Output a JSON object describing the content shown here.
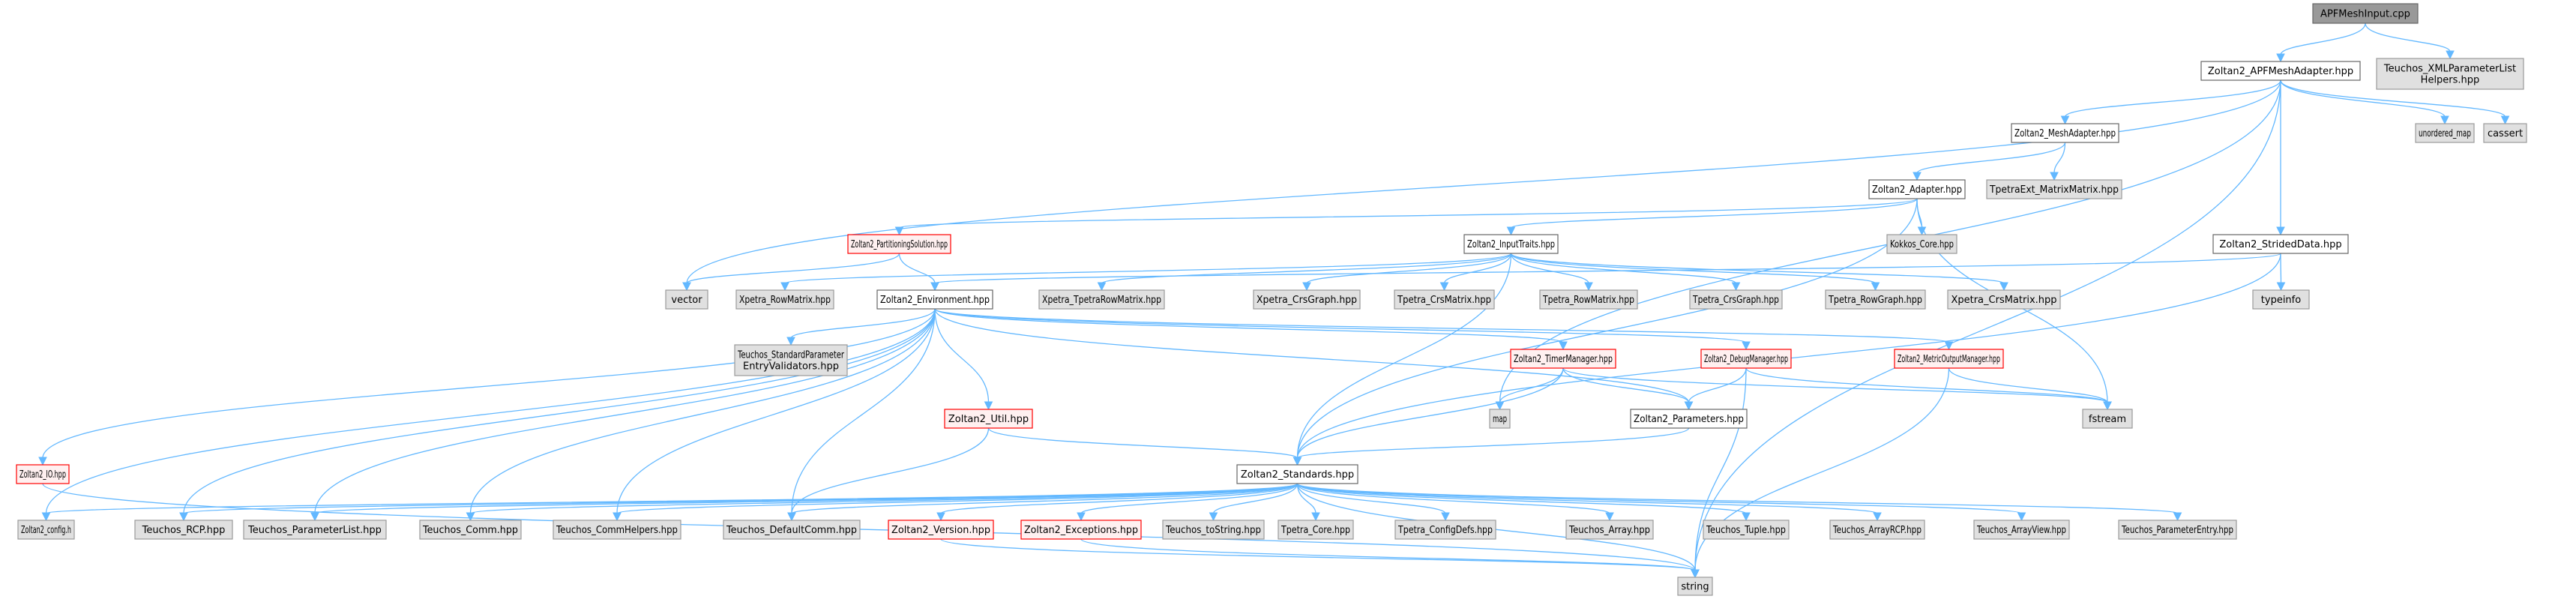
{
  "diagram": {
    "title": "APFMeshInput.cpp include dependency graph",
    "colors": {
      "edge": "#63b8ff",
      "root_fill": "#999999",
      "root_border": "#666666",
      "documented_fill": "#ffffff",
      "documented_border": "#666666",
      "undocumented_fill": "#fff0f0",
      "undocumented_border": "#ff0000",
      "external_fill": "#e0e0e0",
      "external_border": "#999999"
    },
    "nodes": [
      {
        "id": "root",
        "label": [
          "APFMeshInput.cpp"
        ],
        "kind": "root"
      },
      {
        "id": "apfmesh",
        "label": [
          "Zoltan2_APFMeshAdapter.hpp"
        ],
        "kind": "documented"
      },
      {
        "id": "xmlpl",
        "label": [
          "Teuchos_XMLParameterList",
          "Helpers.hpp"
        ],
        "kind": "external"
      },
      {
        "id": "meshad",
        "label": [
          "Zoltan2_MeshAdapter.hpp"
        ],
        "kind": "documented"
      },
      {
        "id": "unordered_map",
        "label": [
          "unordered_map"
        ],
        "kind": "external"
      },
      {
        "id": "cassert",
        "label": [
          "cassert"
        ],
        "kind": "external"
      },
      {
        "id": "adapter",
        "label": [
          "Zoltan2_Adapter.hpp"
        ],
        "kind": "documented"
      },
      {
        "id": "tpetraext",
        "label": [
          "TpetraExt_MatrixMatrix.hpp"
        ],
        "kind": "external"
      },
      {
        "id": "partsol",
        "label": [
          "Zoltan2_PartitioningSolution.hpp"
        ],
        "kind": "undocumented"
      },
      {
        "id": "inputtraits",
        "label": [
          "Zoltan2_InputTraits.hpp"
        ],
        "kind": "documented"
      },
      {
        "id": "kokkos",
        "label": [
          "Kokkos_Core.hpp"
        ],
        "kind": "external"
      },
      {
        "id": "strided",
        "label": [
          "Zoltan2_StridedData.hpp"
        ],
        "kind": "documented"
      },
      {
        "id": "vector",
        "label": [
          "vector"
        ],
        "kind": "external"
      },
      {
        "id": "xrowmat",
        "label": [
          "Xpetra_RowMatrix.hpp"
        ],
        "kind": "external"
      },
      {
        "id": "env",
        "label": [
          "Zoltan2_Environment.hpp"
        ],
        "kind": "documented"
      },
      {
        "id": "xtprowmat",
        "label": [
          "Xpetra_TpetraRowMatrix.hpp"
        ],
        "kind": "external"
      },
      {
        "id": "xcrsgraph",
        "label": [
          "Xpetra_CrsGraph.hpp"
        ],
        "kind": "external"
      },
      {
        "id": "tcrsmat",
        "label": [
          "Tpetra_CrsMatrix.hpp"
        ],
        "kind": "external"
      },
      {
        "id": "trowmat",
        "label": [
          "Tpetra_RowMatrix.hpp"
        ],
        "kind": "external"
      },
      {
        "id": "tcrsgraph",
        "label": [
          "Tpetra_CrsGraph.hpp"
        ],
        "kind": "external"
      },
      {
        "id": "trowgraph",
        "label": [
          "Tpetra_RowGraph.hpp"
        ],
        "kind": "external"
      },
      {
        "id": "xcrsmat",
        "label": [
          "Xpetra_CrsMatrix.hpp"
        ],
        "kind": "external"
      },
      {
        "id": "typeinfo",
        "label": [
          "typeinfo"
        ],
        "kind": "external"
      },
      {
        "id": "spev",
        "label": [
          "Teuchos_StandardParameter",
          "EntryValidators.hpp"
        ],
        "kind": "external"
      },
      {
        "id": "timer",
        "label": [
          "Zoltan2_TimerManager.hpp"
        ],
        "kind": "undocumented"
      },
      {
        "id": "debug",
        "label": [
          "Zoltan2_DebugManager.hpp"
        ],
        "kind": "undocumented"
      },
      {
        "id": "metric",
        "label": [
          "Zoltan2_MetricOutputManager.hpp"
        ],
        "kind": "undocumented"
      },
      {
        "id": "io",
        "label": [
          "Zoltan2_IO.hpp"
        ],
        "kind": "undocumented"
      },
      {
        "id": "util",
        "label": [
          "Zoltan2_Util.hpp"
        ],
        "kind": "undocumented"
      },
      {
        "id": "map",
        "label": [
          "map"
        ],
        "kind": "external"
      },
      {
        "id": "params",
        "label": [
          "Zoltan2_Parameters.hpp"
        ],
        "kind": "documented"
      },
      {
        "id": "fstream",
        "label": [
          "fstream"
        ],
        "kind": "external"
      },
      {
        "id": "standards",
        "label": [
          "Zoltan2_Standards.hpp"
        ],
        "kind": "documented"
      },
      {
        "id": "config",
        "label": [
          "Zoltan2_config.h"
        ],
        "kind": "external"
      },
      {
        "id": "rcp",
        "label": [
          "Teuchos_RCP.hpp"
        ],
        "kind": "external"
      },
      {
        "id": "plist",
        "label": [
          "Teuchos_ParameterList.hpp"
        ],
        "kind": "external"
      },
      {
        "id": "comm",
        "label": [
          "Teuchos_Comm.hpp"
        ],
        "kind": "external"
      },
      {
        "id": "commhelp",
        "label": [
          "Teuchos_CommHelpers.hpp"
        ],
        "kind": "external"
      },
      {
        "id": "defcomm",
        "label": [
          "Teuchos_DefaultComm.hpp"
        ],
        "kind": "external"
      },
      {
        "id": "version",
        "label": [
          "Zoltan2_Version.hpp"
        ],
        "kind": "undocumented"
      },
      {
        "id": "except",
        "label": [
          "Zoltan2_Exceptions.hpp"
        ],
        "kind": "undocumented"
      },
      {
        "id": "tostring",
        "label": [
          "Teuchos_toString.hpp"
        ],
        "kind": "external"
      },
      {
        "id": "tcore",
        "label": [
          "Tpetra_Core.hpp"
        ],
        "kind": "external"
      },
      {
        "id": "tconfig",
        "label": [
          "Tpetra_ConfigDefs.hpp"
        ],
        "kind": "external"
      },
      {
        "id": "tarray",
        "label": [
          "Teuchos_Array.hpp"
        ],
        "kind": "external"
      },
      {
        "id": "ttuple",
        "label": [
          "Teuchos_Tuple.hpp"
        ],
        "kind": "external"
      },
      {
        "id": "tarcp",
        "label": [
          "Teuchos_ArrayRCP.hpp"
        ],
        "kind": "external"
      },
      {
        "id": "taview",
        "label": [
          "Teuchos_ArrayView.hpp"
        ],
        "kind": "external"
      },
      {
        "id": "tpentry",
        "label": [
          "Teuchos_ParameterEntry.hpp"
        ],
        "kind": "external"
      },
      {
        "id": "string",
        "label": [
          "string"
        ],
        "kind": "external"
      }
    ],
    "edges": [
      [
        "root",
        "apfmesh"
      ],
      [
        "root",
        "xmlpl"
      ],
      [
        "apfmesh",
        "meshad"
      ],
      [
        "apfmesh",
        "unordered_map"
      ],
      [
        "apfmesh",
        "cassert"
      ],
      [
        "apfmesh",
        "strided"
      ],
      [
        "apfmesh",
        "vector"
      ],
      [
        "apfmesh",
        "map"
      ],
      [
        "apfmesh",
        "string"
      ],
      [
        "meshad",
        "adapter"
      ],
      [
        "meshad",
        "tpetraext"
      ],
      [
        "adapter",
        "partsol"
      ],
      [
        "adapter",
        "inputtraits"
      ],
      [
        "adapter",
        "kokkos"
      ],
      [
        "adapter",
        "fstream"
      ],
      [
        "adapter",
        "standards"
      ],
      [
        "partsol",
        "env"
      ],
      [
        "partsol",
        "vector"
      ],
      [
        "inputtraits",
        "xrowmat"
      ],
      [
        "inputtraits",
        "xtprowmat"
      ],
      [
        "inputtraits",
        "xcrsgraph"
      ],
      [
        "inputtraits",
        "tcrsmat"
      ],
      [
        "inputtraits",
        "trowmat"
      ],
      [
        "inputtraits",
        "tcrsgraph"
      ],
      [
        "inputtraits",
        "trowgraph"
      ],
      [
        "inputtraits",
        "xcrsmat"
      ],
      [
        "inputtraits",
        "standards"
      ],
      [
        "strided",
        "env"
      ],
      [
        "strided",
        "typeinfo"
      ],
      [
        "strided",
        "standards"
      ],
      [
        "env",
        "spev"
      ],
      [
        "env",
        "timer"
      ],
      [
        "env",
        "debug"
      ],
      [
        "env",
        "metric"
      ],
      [
        "env",
        "io"
      ],
      [
        "env",
        "util"
      ],
      [
        "env",
        "params"
      ],
      [
        "env",
        "config"
      ],
      [
        "env",
        "rcp"
      ],
      [
        "env",
        "plist"
      ],
      [
        "env",
        "comm"
      ],
      [
        "env",
        "commhelp"
      ],
      [
        "env",
        "defcomm"
      ],
      [
        "timer",
        "map"
      ],
      [
        "timer",
        "params"
      ],
      [
        "timer",
        "standards"
      ],
      [
        "timer",
        "fstream"
      ],
      [
        "debug",
        "params"
      ],
      [
        "debug",
        "fstream"
      ],
      [
        "debug",
        "string"
      ],
      [
        "metric",
        "fstream"
      ],
      [
        "metric",
        "string"
      ],
      [
        "io",
        "string"
      ],
      [
        "util",
        "standards"
      ],
      [
        "util",
        "defcomm"
      ],
      [
        "params",
        "standards"
      ],
      [
        "standards",
        "config"
      ],
      [
        "standards",
        "rcp"
      ],
      [
        "standards",
        "plist"
      ],
      [
        "standards",
        "comm"
      ],
      [
        "standards",
        "commhelp"
      ],
      [
        "standards",
        "defcomm"
      ],
      [
        "standards",
        "version"
      ],
      [
        "standards",
        "except"
      ],
      [
        "standards",
        "tostring"
      ],
      [
        "standards",
        "tcore"
      ],
      [
        "standards",
        "tconfig"
      ],
      [
        "standards",
        "tarray"
      ],
      [
        "standards",
        "ttuple"
      ],
      [
        "standards",
        "tarcp"
      ],
      [
        "standards",
        "taview"
      ],
      [
        "standards",
        "tpentry"
      ],
      [
        "standards",
        "string"
      ],
      [
        "version",
        "string"
      ],
      [
        "except",
        "string"
      ]
    ]
  }
}
